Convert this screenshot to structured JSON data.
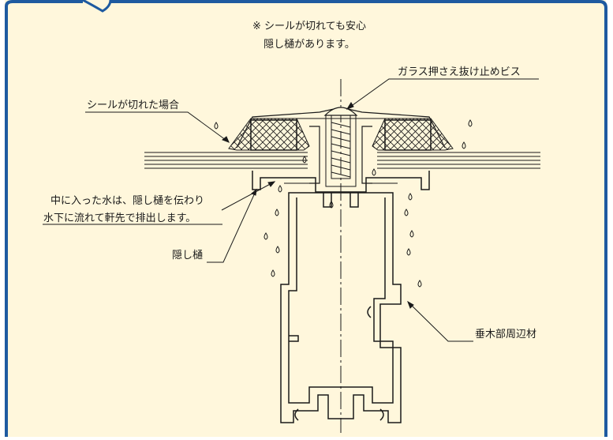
{
  "header_note": {
    "line1": "※ シールが切れても安心",
    "line2": "隠し樋があります。"
  },
  "labels": {
    "screw": "ガラス押さえ抜け止めビス",
    "seal_cut": "シールが切れた場合",
    "water_line1": "中に入った水は、隠し樋を伝わり",
    "water_line2": "水下に流れて軒先で排出します。",
    "gutter": "隠し樋",
    "rafter": "垂木部周辺材"
  },
  "colors": {
    "frame_border": "#1e5aa0",
    "background": "#fff7dc",
    "line": "#1a1a1a"
  }
}
